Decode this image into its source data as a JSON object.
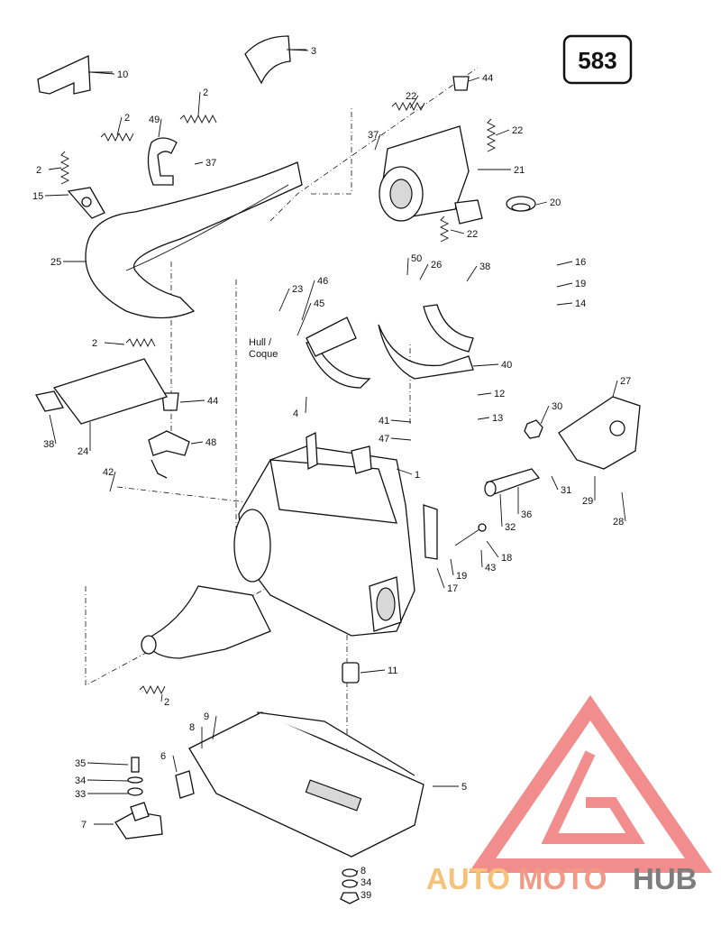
{
  "diagram_number": "583",
  "callouts": [
    {
      "text": "3"
    },
    {
      "text": "10"
    },
    {
      "text": "44"
    },
    {
      "text": "2"
    },
    {
      "text": "22"
    },
    {
      "text": "49"
    },
    {
      "text": "2"
    },
    {
      "text": "22"
    },
    {
      "text": "37"
    },
    {
      "text": "37"
    },
    {
      "text": "2"
    },
    {
      "text": "21"
    },
    {
      "text": "15"
    },
    {
      "text": "20"
    },
    {
      "text": "22"
    },
    {
      "text": "25"
    },
    {
      "text": "50"
    },
    {
      "text": "26"
    },
    {
      "text": "38"
    },
    {
      "text": "16"
    },
    {
      "text": "23"
    },
    {
      "text": "46"
    },
    {
      "text": "45"
    },
    {
      "text": "19"
    },
    {
      "text": "14"
    },
    {
      "text": "2"
    },
    {
      "text": "40"
    },
    {
      "text": "4"
    },
    {
      "text": "12"
    },
    {
      "text": "44"
    },
    {
      "text": "41"
    },
    {
      "text": "13"
    },
    {
      "text": "27"
    },
    {
      "text": "30"
    },
    {
      "text": "38"
    },
    {
      "text": "24"
    },
    {
      "text": "48"
    },
    {
      "text": "47"
    },
    {
      "text": "1"
    },
    {
      "text": "31"
    },
    {
      "text": "42"
    },
    {
      "text": "29"
    },
    {
      "text": "32"
    },
    {
      "text": "36"
    },
    {
      "text": "28"
    },
    {
      "text": "18"
    },
    {
      "text": "43"
    },
    {
      "text": "19"
    },
    {
      "text": "17"
    },
    {
      "text": "11"
    },
    {
      "text": "2"
    },
    {
      "text": "9"
    },
    {
      "text": "8"
    },
    {
      "text": "6"
    },
    {
      "text": "35"
    },
    {
      "text": "5"
    },
    {
      "text": "34"
    },
    {
      "text": "33"
    },
    {
      "text": "7"
    },
    {
      "text": "8"
    },
    {
      "text": "34"
    },
    {
      "text": "39"
    }
  ],
  "hull_label_line1": "Hull /",
  "hull_label_line2": "Coque",
  "watermark": {
    "part1": "AUTO",
    "part2": "MOTO",
    "part3": "HUB",
    "colors": {
      "part1": "#f6c27a",
      "part2": "#f29a86",
      "part3": "#7d7d7d",
      "logo": "#f07a7a"
    }
  }
}
